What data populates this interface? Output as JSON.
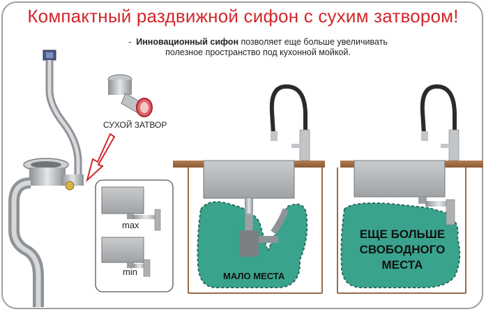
{
  "title": "Компактный раздвижной сифон с сухим затвором!",
  "subtitle": {
    "bullet": "-",
    "bold": "Инновационный сифон",
    "line1_rest": " позволяет еще больше увеличивать",
    "line2": "полезное пространство под кухонной мойкой."
  },
  "labels": {
    "dry_lock": "СУХОЙ ЗАТВОР",
    "max": "max",
    "min": "min",
    "little_space": "МАЛО МЕСТА",
    "more_space": "ЕЩЕ БОЛЬШЕ СВОБОДНОГО МЕСТА"
  },
  "colors": {
    "title": "#d2262b",
    "green_zone": "#3aa38d",
    "countertop": "#9a6a45",
    "steel": "#b9bcbf",
    "arrow": "#d2262b"
  },
  "icons": [
    "siphon-icon",
    "dry-lock-valve-icon",
    "faucet-icon",
    "sink-icon"
  ]
}
